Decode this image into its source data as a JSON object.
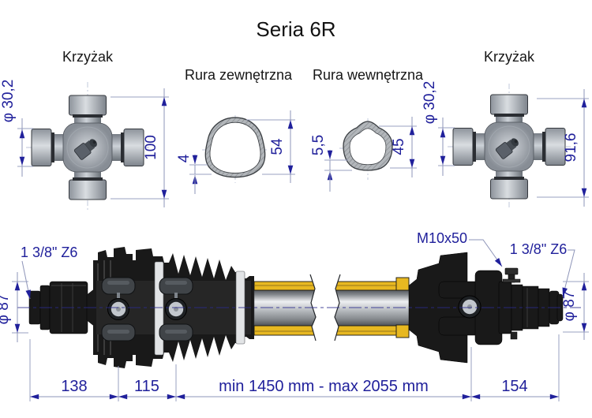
{
  "title": "Seria 6R",
  "colors": {
    "dimension_text": "#20209b",
    "dimension_line": "#8d94b8",
    "part_black": "#191919",
    "guard_yellow": "#e7b821",
    "metal_gray": "#aeb2b6"
  },
  "top": {
    "cross_left": {
      "label": "Krzyżak",
      "dia": "φ 30,2",
      "height": "100"
    },
    "outer_tube": {
      "label": "Rura zewnętrzna",
      "wall": "4",
      "size": "54"
    },
    "inner_tube": {
      "label": "Rura wewnętrzna",
      "wall": "5,5",
      "size": "45"
    },
    "cross_right": {
      "label": "Krzyżak",
      "dia": "φ 30,2",
      "height": "91,6"
    }
  },
  "shaft": {
    "spline_left": "1 3/8\" Z6",
    "dia_left": "φ 87",
    "bolt": "M10x50",
    "spline_right": "1 3/8\" Z6",
    "dia_right": "φ 87",
    "len_left": "138",
    "len_inner": "115",
    "len_range": "min 1450 mm - max 2055 mm",
    "len_right": "154"
  }
}
